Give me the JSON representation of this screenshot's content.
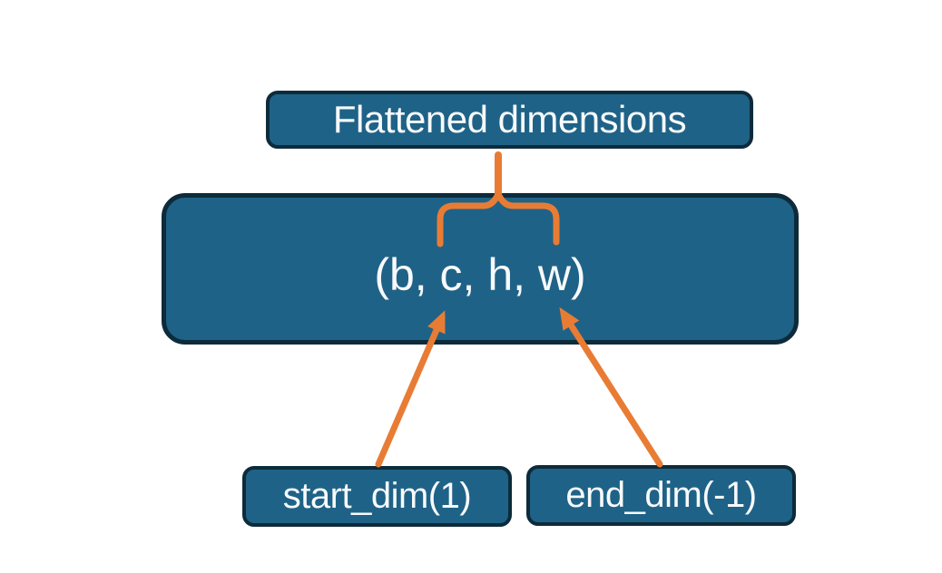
{
  "diagram": {
    "nodes": {
      "title_box": {
        "label": "Flattened dimensions"
      },
      "tensor_box": {
        "label": "(b, c, h, w)"
      },
      "start_box": {
        "label": "start_dim(1)"
      },
      "end_box": {
        "label": "end_dim(-1)"
      }
    },
    "annotations": {
      "brace_icon": "curly-brace-up",
      "stem_icon": "brace-connector-stem",
      "start_arrow_icon": "arrow-to-c-dimension",
      "end_arrow_icon": "arrow-to-w-dimension"
    },
    "colors": {
      "node_fill": "#1F6287",
      "node_border": "#0D2B3A",
      "accent_orange": "#E87C35",
      "text": "#F7FAFB",
      "background": "#FFFFFF"
    }
  }
}
